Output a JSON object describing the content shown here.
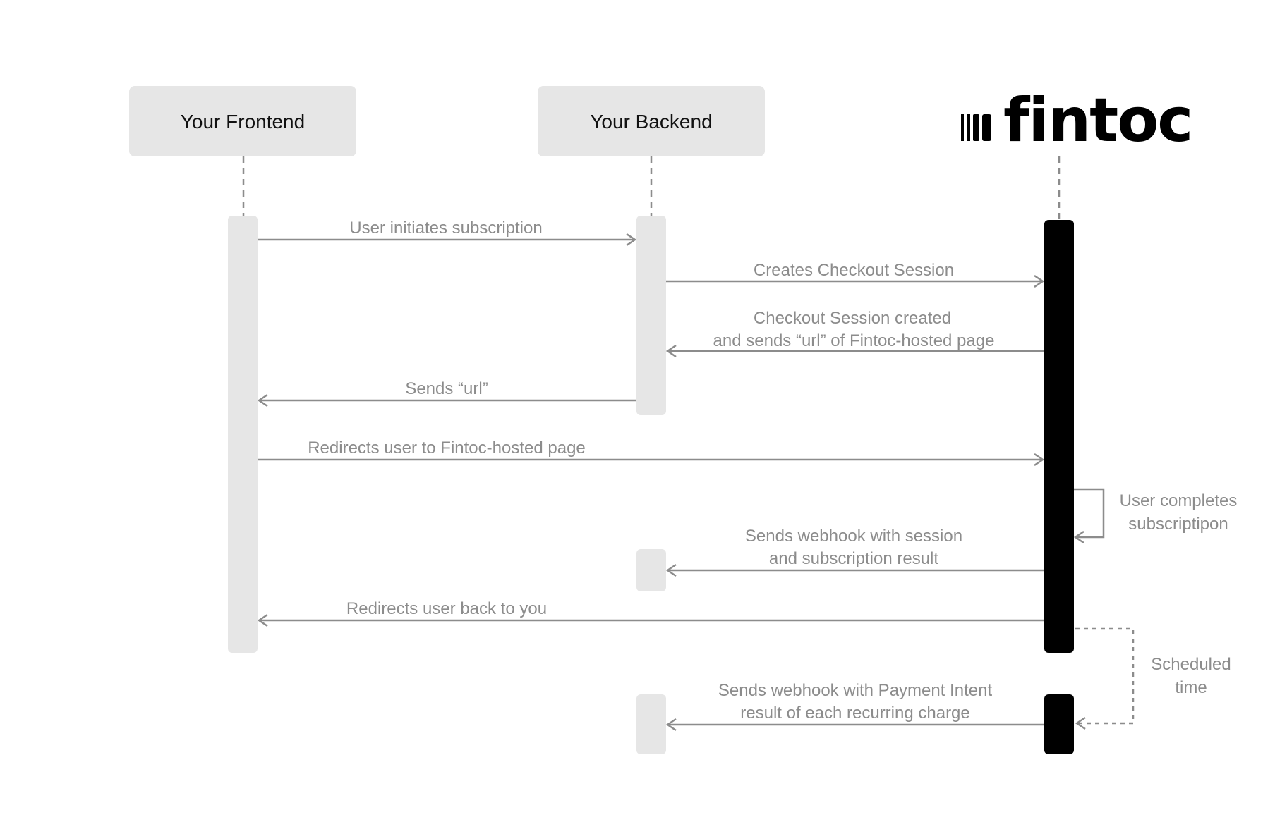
{
  "participants": {
    "frontend": "Your Frontend",
    "backend": "Your Backend",
    "fintoc_logo": "fintoc"
  },
  "messages": {
    "m1": "User initiates subscription",
    "m2": "Creates Checkout Session",
    "m3_line1": "Checkout Session created",
    "m3_line2": "and sends “url” of Fintoc-hosted page",
    "m4": "Sends “url”",
    "m5": "Redirects user to Fintoc-hosted page",
    "m6_line1": "User completes",
    "m6_line2": "subscriptipon",
    "m7_line1": "Sends webhook with session",
    "m7_line2": "and subscription result",
    "m8": "Redirects user back to you",
    "m9_line1": "Scheduled",
    "m9_line2": "time",
    "m10_line1": "Sends webhook with Payment Intent",
    "m10_line2": "result of each recurring charge"
  },
  "colors": {
    "box_fill": "#e6e6e6",
    "activation_light": "#e6e6e6",
    "activation_dark": "#000000",
    "arrow": "#8c8c8c",
    "label": "#8c8c8c"
  }
}
